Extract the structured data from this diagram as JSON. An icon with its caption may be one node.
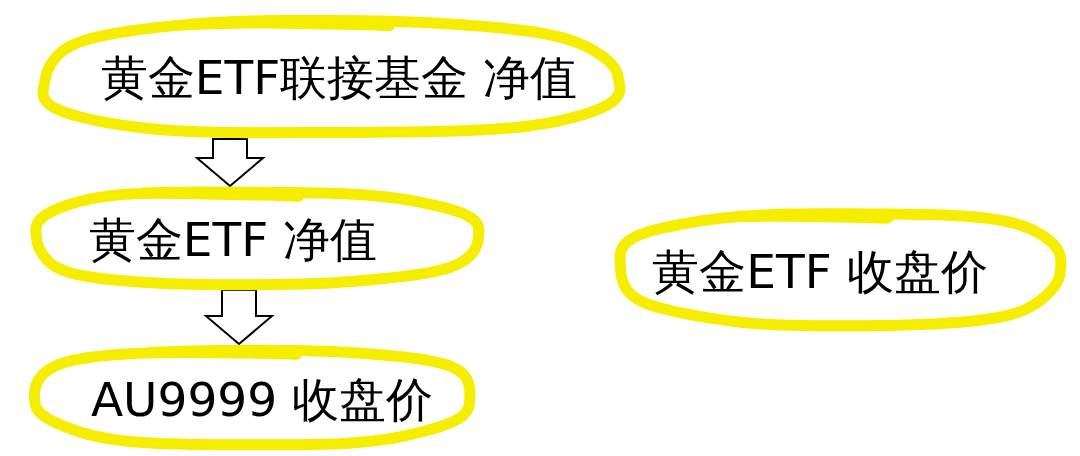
{
  "diagram": {
    "nodes": [
      {
        "text": [
          "黄金ETF联接基金 净值"
        ]
      },
      {
        "text": [
          "黄金ETF 净值"
        ]
      },
      {
        "text": [
          "AU9999 收盘价"
        ]
      },
      {
        "text": [
          "黄金ETF 收盘价"
        ]
      }
    ],
    "edges": [
      {
        "from": 0,
        "to": 1,
        "arrow": "to"
      },
      {
        "from": 1,
        "to": 2,
        "arrow": "to"
      }
    ]
  }
}
